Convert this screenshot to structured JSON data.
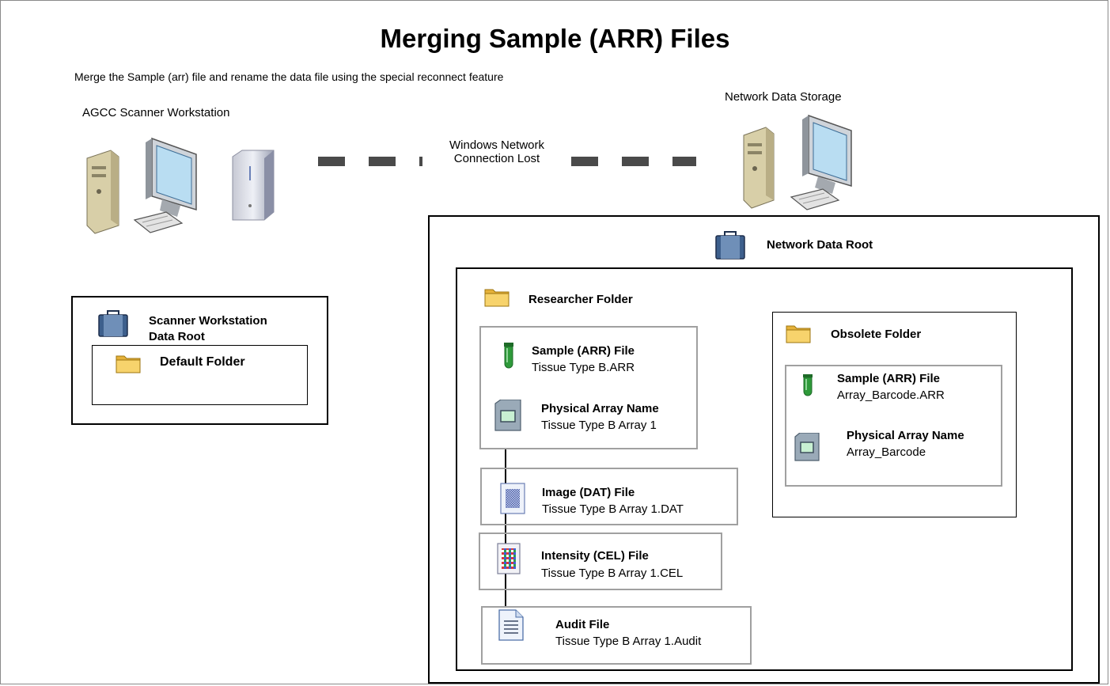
{
  "title": "Merging Sample (ARR) Files",
  "subtitle": "Merge the Sample (arr) file and rename the data file using the special reconnect feature",
  "scanner_workstation": {
    "label": "AGCC Scanner Workstation"
  },
  "network_storage": {
    "label": "Network Data Storage"
  },
  "connection": {
    "line1": "Windows Network",
    "line2": "Connection Lost"
  },
  "scanner_root": {
    "title_line1": "Scanner Workstation",
    "title_line2": "Data Root",
    "default_folder": "Default Folder"
  },
  "network_root": {
    "title": "Network Data Root",
    "researcher_folder": {
      "title": "Researcher Folder",
      "sample_file": {
        "name": "Sample (ARR) File",
        "value": "Tissue Type B.ARR"
      },
      "physical_array": {
        "name": "Physical Array Name",
        "value": "Tissue Type B Array 1"
      },
      "image_file": {
        "name": "Image (DAT) File",
        "value": "Tissue Type B Array 1.DAT"
      },
      "intensity_file": {
        "name": "Intensity (CEL) File",
        "value": "Tissue Type B Array 1.CEL"
      },
      "audit_file": {
        "name": "Audit File",
        "value": "Tissue Type B Array 1.Audit"
      }
    },
    "obsolete_folder": {
      "title": "Obsolete Folder",
      "sample_file": {
        "name": "Sample (ARR) File",
        "value": "Array_Barcode.ARR"
      },
      "physical_array": {
        "name": "Physical Array Name",
        "value": "Array_Barcode"
      }
    }
  },
  "icons": {
    "workstation": "computer-icon",
    "scanner": "scanner-icon",
    "server": "computer-icon",
    "data_root": "briefcase-icon",
    "folder": "folder-icon",
    "sample_tube": "test-tube-icon",
    "array": "array-chip-icon",
    "image": "image-file-icon",
    "intensity": "intensity-file-icon",
    "audit": "document-icon"
  },
  "colors": {
    "dash": "#4a4a4a",
    "grey_border": "#a0a0a0",
    "folder": "#f2c44f",
    "tube": "#2e9a3a",
    "briefcase": "#3d5f8c"
  }
}
